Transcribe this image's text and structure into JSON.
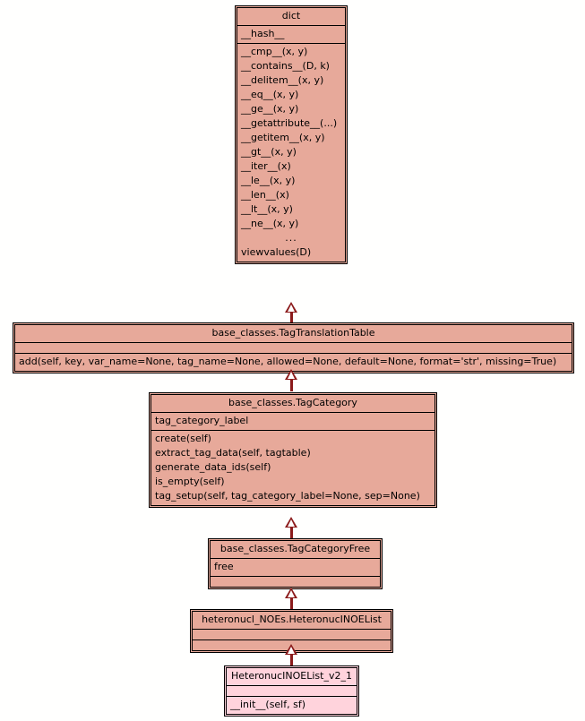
{
  "diagram": {
    "type": "uml-class-hierarchy",
    "title": "Class hierarchy for HeteronucINOEList_v2_1",
    "background_color": "#fffffe",
    "box_fill_color": "#e7a99a",
    "leaf_box_fill_color": "#ffd3dc",
    "border_color": "#000000",
    "arrow_color": "#8b1a1a",
    "arrow_fill_color": "#ffffff",
    "relation": "generalization"
  },
  "classes": [
    {
      "id": "dict",
      "name": "dict",
      "attributes": [
        "__hash__"
      ],
      "operations": [
        "__cmp__(x, y)",
        "__contains__(D, k)",
        "__delitem__(x, y)",
        "__eq__(x, y)",
        "__ge__(x, y)",
        "__getattribute__(...)",
        "__getitem__(x, y)",
        "__gt__(x, y)",
        "__iter__(x)",
        "__le__(x, y)",
        "__len__(x)",
        "__lt__(x, y)",
        "__ne__(x, y)",
        "...",
        "viewvalues(D)"
      ]
    },
    {
      "id": "tagtranslationtable",
      "name": "base_classes.TagTranslationTable",
      "attributes": [],
      "operations": [
        "add(self, key, var_name=None, tag_name=None, allowed=None, default=None, format='str', missing=True)"
      ]
    },
    {
      "id": "tagcategory",
      "name": "base_classes.TagCategory",
      "attributes": [
        "tag_category_label"
      ],
      "operations": [
        "create(self)",
        "extract_tag_data(self, tagtable)",
        "generate_data_ids(self)",
        "is_empty(self)",
        "tag_setup(self, tag_category_label=None, sep=None)"
      ]
    },
    {
      "id": "tagcategoryfree",
      "name": "base_classes.TagCategoryFree",
      "attributes": [
        "free"
      ],
      "operations": []
    },
    {
      "id": "heteronucinoelist",
      "name": "heteronucl_NOEs.HeteronucINOEList",
      "attributes": [],
      "operations": []
    },
    {
      "id": "heteronucinoelist_v2_1",
      "name": "HeteronucINOEList_v2_1",
      "attributes": [],
      "operations": [
        "__init__(self, sf)"
      ]
    }
  ]
}
